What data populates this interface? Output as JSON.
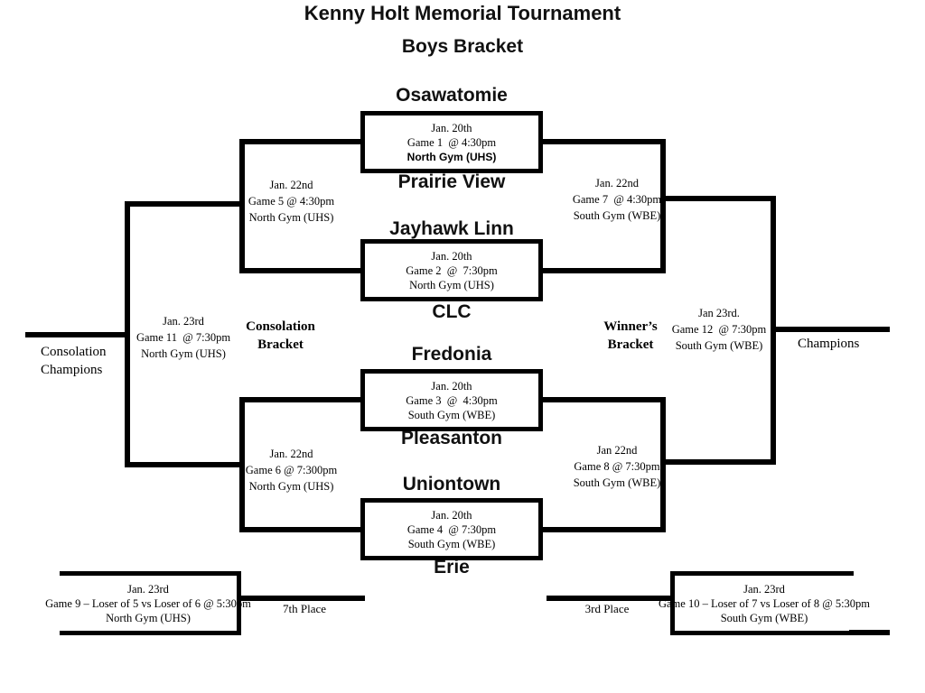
{
  "title": {
    "line1": "Kenny Holt Memorial Tournament",
    "line2": "Boys Bracket"
  },
  "teams": [
    "Osawatomie",
    "Prairie View",
    "Jayhawk Linn",
    "CLC",
    "Fredonia",
    "Pleasanton",
    "Uniontown",
    "Erie"
  ],
  "games": {
    "g1": {
      "date": "Jan. 20th",
      "info": "Game 1  @ 4:30pm",
      "venue": "North Gym (UHS)"
    },
    "g2": {
      "date": "Jan. 20th",
      "info": "Game 2  @  7:30pm",
      "venue": "North Gym (UHS)"
    },
    "g3": {
      "date": "Jan. 20th",
      "info": "Game 3  @  4:30pm",
      "venue": "South Gym (WBE)"
    },
    "g4": {
      "date": "Jan. 20th",
      "info": "Game 4  @ 7:30pm",
      "venue": "South Gym (WBE)"
    },
    "g5": {
      "date": "Jan. 22nd",
      "info": "Game 5 @ 4:30pm",
      "venue": "North Gym (UHS)"
    },
    "g6": {
      "date": "Jan. 22nd",
      "info": "Game 6 @ 7:300pm",
      "venue": "North Gym (UHS)"
    },
    "g7": {
      "date": "Jan. 22nd",
      "info": "Game 7  @ 4:30pm",
      "venue": "South Gym (WBE)"
    },
    "g8": {
      "date": "Jan 22nd",
      "info": "Game 8 @ 7:30pm",
      "venue": "South Gym (WBE)"
    },
    "g9": {
      "date": "Jan. 23rd",
      "info": "Game 9 – Loser of 5 vs Loser of 6 @ 5:30pm",
      "venue": "North Gym (UHS)"
    },
    "g10": {
      "date": "Jan. 23rd",
      "info": "Game 10 – Loser of 7 vs Loser of 8 @ 5:30pm",
      "venue": "South Gym (WBE)"
    },
    "g11": {
      "date": "Jan. 23rd",
      "info": "Game 11  @ 7:30pm",
      "venue": "North Gym (UHS)"
    },
    "g12": {
      "date": "Jan 23rd.",
      "info": "Game 12  @ 7:30pm",
      "venue": "South Gym (WBE)"
    }
  },
  "labels": {
    "consolation_bracket_1": "Consolation",
    "consolation_bracket_2": "Bracket",
    "winners_bracket_1": "Winner’s",
    "winners_bracket_2": "Bracket",
    "consolation_champions_1": "Consolation",
    "consolation_champions_2": "Champions",
    "champions": "Champions",
    "seventh_place": "7th Place",
    "third_place": "3rd Place"
  },
  "colors": {
    "line": "#000000",
    "background": "#ffffff",
    "text": "#000000"
  }
}
